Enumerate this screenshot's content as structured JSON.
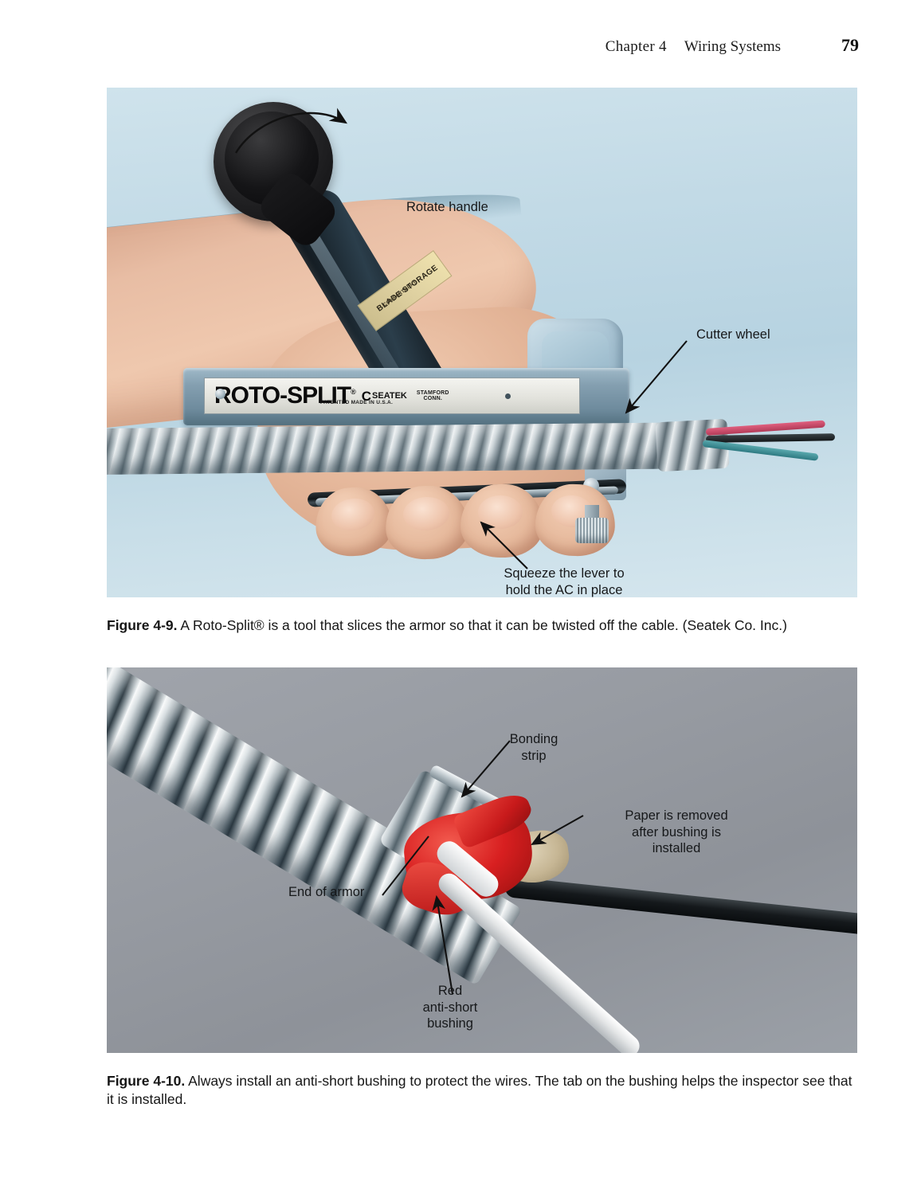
{
  "page": {
    "header": {
      "chapter": "Chapter 4",
      "title": "Wiring Systems",
      "page_number": "79"
    }
  },
  "figures": [
    {
      "id": "figure-4-9",
      "photo_name": "roto-split-tool-photo",
      "background_color": "#bfd9e4",
      "callouts": [
        {
          "name": "rotate-handle",
          "text": "Rotate handle"
        },
        {
          "name": "cutter-wheel",
          "text": "Cutter wheel"
        },
        {
          "name": "squeeze-lever",
          "text": "Squeeze the lever to\nhold the AC in place"
        }
      ],
      "in_photo_text": {
        "brand": "ROTO-SPLIT",
        "brand_registered": "®",
        "logo_mark": "C",
        "logo_name": "SEATEK",
        "company_line1": "STAMFORD",
        "company_line2": "CONN.",
        "patent_line": "PATENTED  MADE IN U.S.A.",
        "handle_label_line1": "BLADE STORAGE",
        "handle_label_line2": "COMPARTMENT"
      },
      "caption": {
        "label": "Figure 4-9.",
        "text": " A Roto-Split® is a tool that slices the armor so that it can be twisted off the cable. (Seatek Co. Inc.)"
      }
    },
    {
      "id": "figure-4-10",
      "photo_name": "anti-short-bushing-photo",
      "background_color": "#989ca4",
      "callouts": [
        {
          "name": "bonding-strip",
          "text": "Bonding\nstrip"
        },
        {
          "name": "paper-removed",
          "text": "Paper is removed\nafter bushing is\ninstalled"
        },
        {
          "name": "end-of-armor",
          "text": "End of armor"
        },
        {
          "name": "red-anti-short-bushing",
          "text": "Red\nanti-short\nbushing"
        }
      ],
      "caption": {
        "label": "Figure 4-10.",
        "text": " Always install an anti-short bushing to protect the wires. The tab on the bushing helps the inspector see that it is installed."
      }
    }
  ]
}
